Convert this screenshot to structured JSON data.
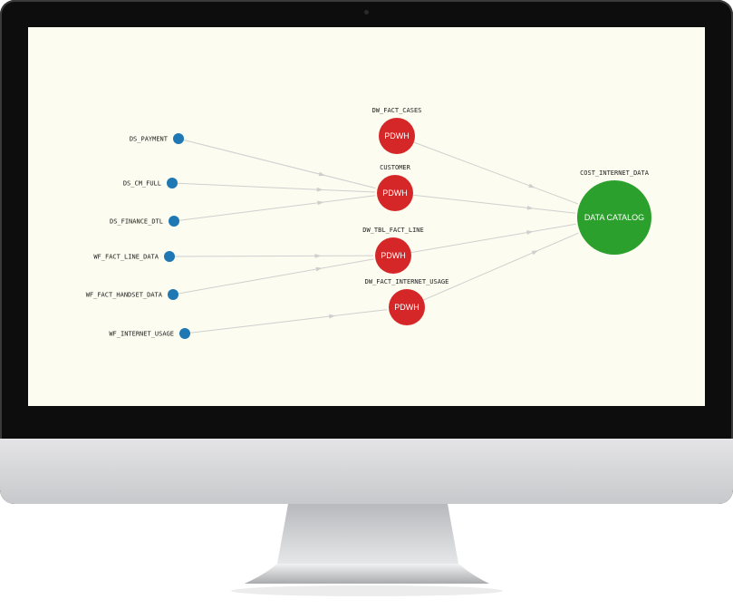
{
  "graph": {
    "sources": [
      {
        "label": "DS_PAYMENT"
      },
      {
        "label": "DS_CM_FULL"
      },
      {
        "label": "DS_FINANCE_DTL"
      },
      {
        "label": "WF_FACT_LINE_DATA"
      },
      {
        "label": "WF_FACT_HANDSET_DATA"
      },
      {
        "label": "WF_INTERNET_USAGE"
      }
    ],
    "middle": [
      {
        "title": "DW_FACT_CASES",
        "text": "PDWH"
      },
      {
        "title": "CUSTOMER",
        "text": "PDWH"
      },
      {
        "title": "DW_TBL_FACT_LINE",
        "text": "PDWH"
      },
      {
        "title": "DW_FACT_INTERNET_USAGE",
        "text": "PDWH"
      }
    ],
    "target": {
      "title": "COST_INTERNET_DATA",
      "text": "DATA CATALOG"
    },
    "edges": [
      [
        "s0",
        "m1"
      ],
      [
        "s1",
        "m1"
      ],
      [
        "s2",
        "m1"
      ],
      [
        "s3",
        "m2"
      ],
      [
        "s4",
        "m2"
      ],
      [
        "s5",
        "m3"
      ],
      [
        "m0",
        "t"
      ],
      [
        "m1",
        "t"
      ],
      [
        "m2",
        "t"
      ],
      [
        "m3",
        "t"
      ]
    ],
    "colors": {
      "source": "#1f77b4",
      "middle": "#d62728",
      "target": "#2ca02c",
      "edge": "#cfcfcf"
    }
  }
}
